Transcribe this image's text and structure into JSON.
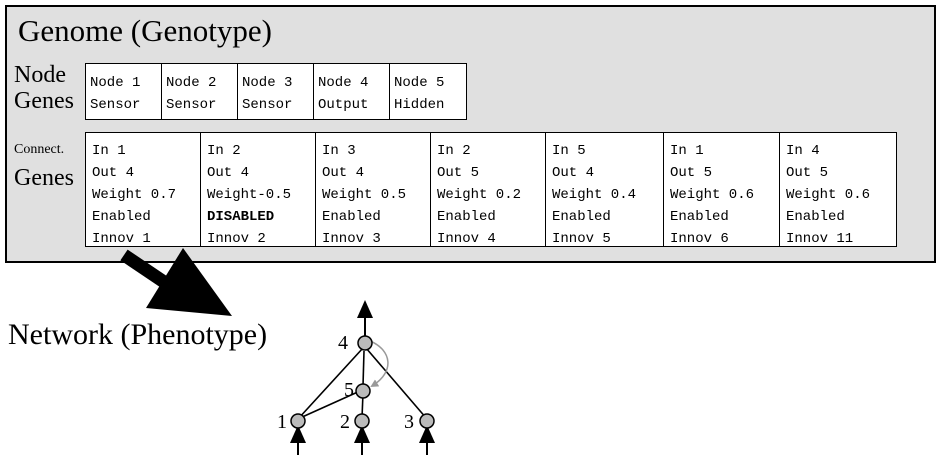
{
  "genome_title": "Genome (Genotype)",
  "node_label": [
    "Node",
    "Genes"
  ],
  "conn_label": [
    "Connect.",
    "Genes"
  ],
  "node_genes": [
    {
      "name": "Node 1",
      "type": "Sensor"
    },
    {
      "name": "Node 2",
      "type": "Sensor"
    },
    {
      "name": "Node 3",
      "type": "Sensor"
    },
    {
      "name": "Node 4",
      "type": "Output"
    },
    {
      "name": "Node 5",
      "type": "Hidden"
    }
  ],
  "conn_genes": [
    {
      "in": "In 1",
      "out": "Out 4",
      "weight": "Weight 0.7",
      "status": "Enabled",
      "innov": "Innov 1"
    },
    {
      "in": "In 2",
      "out": "Out 4",
      "weight": "Weight-0.5",
      "status": "DISABLED",
      "innov": "Innov 2"
    },
    {
      "in": "In 3",
      "out": "Out 4",
      "weight": "Weight 0.5",
      "status": "Enabled",
      "innov": "Innov 3"
    },
    {
      "in": "In 2",
      "out": "Out 5",
      "weight": "Weight 0.2",
      "status": "Enabled",
      "innov": "Innov 4"
    },
    {
      "in": "In 5",
      "out": "Out 4",
      "weight": "Weight 0.4",
      "status": "Enabled",
      "innov": "Innov 5"
    },
    {
      "in": "In 1",
      "out": "Out 5",
      "weight": "Weight 0.6",
      "status": "Enabled",
      "innov": "Innov 6"
    },
    {
      "in": "In 4",
      "out": "Out 5",
      "weight": "Weight 0.6",
      "status": "Enabled",
      "innov": "Innov 11"
    }
  ],
  "network_title": "Network (Phenotype)",
  "network_nodes": {
    "n1": "1",
    "n2": "2",
    "n3": "3",
    "n4": "4",
    "n5": "5"
  }
}
